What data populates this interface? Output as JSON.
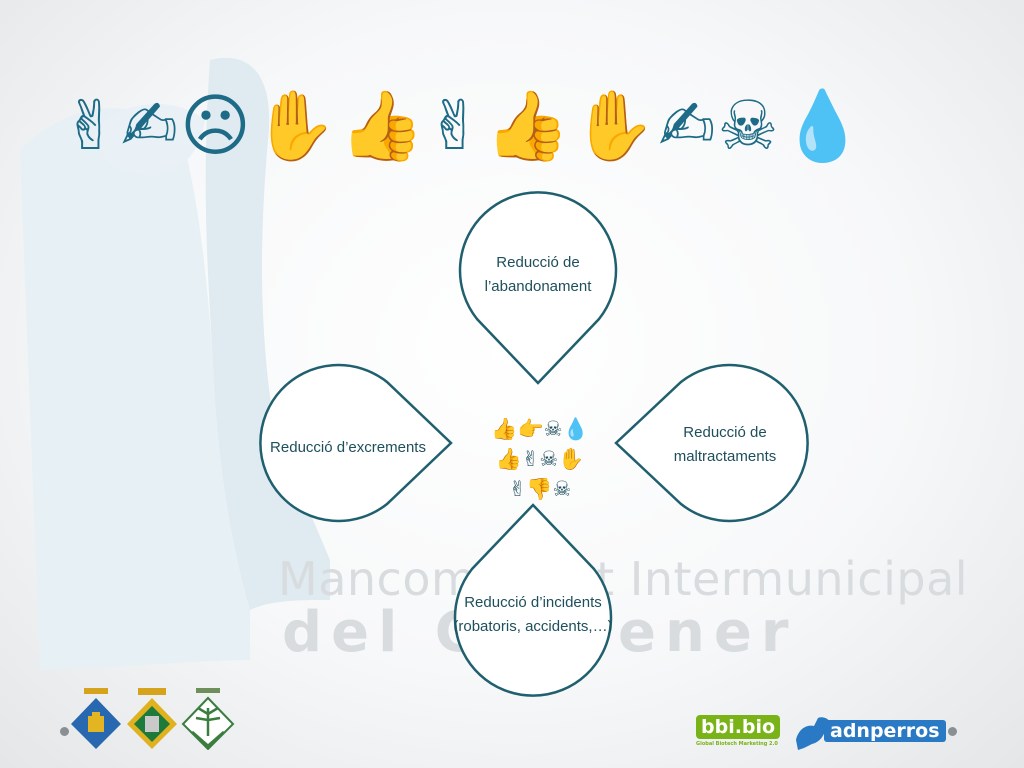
{
  "slide": {
    "title_symbols": "✌✍☹✋👍✌👍✋✍☠💧",
    "watermark": {
      "line1": "Mancomunitat Intermunicipal",
      "line2": "del Corbener"
    }
  },
  "diagram": {
    "center_lines": [
      "👍👉☠💧",
      "👍✌☠✋",
      "✌👎☠"
    ],
    "petals": {
      "top": [
        "Reducció de",
        "l’abandonament"
      ],
      "left": [
        "Reducció d’excrements"
      ],
      "right": [
        "Reducció de",
        "maltractaments"
      ],
      "bottom": [
        "Reducció d’incidents",
        "(robatoris, accidents,…)"
      ]
    },
    "colors": {
      "petal_stroke": "#1f5f6e",
      "title": "#1d6b86",
      "label": "#1e4f5c"
    }
  },
  "footer": {
    "crests": [
      "crest-1",
      "crest-2",
      "crest-3"
    ],
    "logo_bbi": {
      "name": "bbi.bio",
      "tagline": "Global Biotech Marketing 2.0"
    },
    "logo_adn": {
      "name": "adnperros"
    }
  }
}
